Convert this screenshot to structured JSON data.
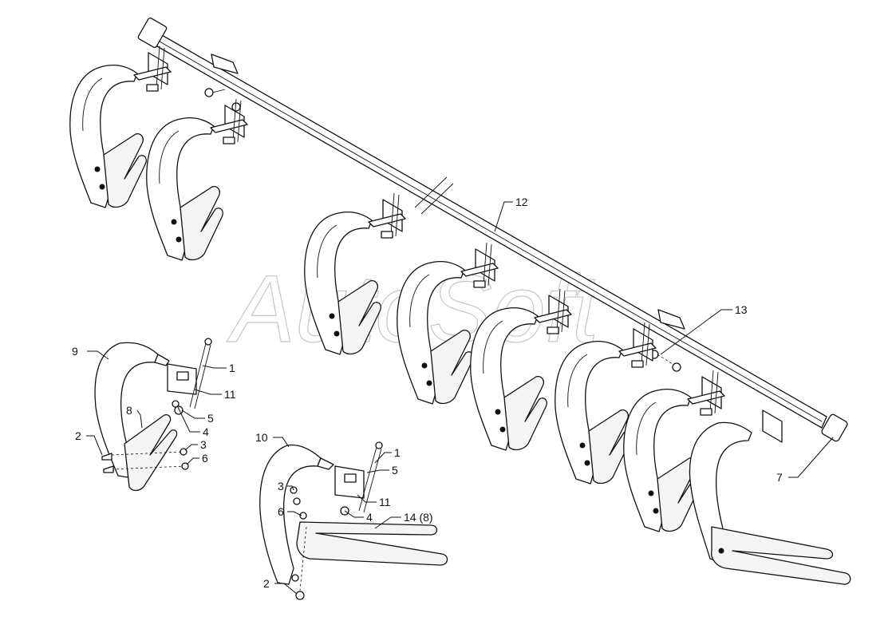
{
  "watermark": "AutoSoft",
  "callouts": {
    "c1a": "1",
    "c11a": "11",
    "c5a": "5",
    "c4a": "4",
    "c9": "9",
    "c8": "8",
    "c2a": "2",
    "c3a": "3",
    "c6a": "6",
    "c10": "10",
    "c1b": "1",
    "c5b": "5",
    "c11b": "11",
    "c4b": "4",
    "c3b": "3",
    "c6b": "6",
    "c14": "14 (8)",
    "c2b": "2",
    "c12": "12",
    "c13": "13",
    "c7": "7"
  }
}
